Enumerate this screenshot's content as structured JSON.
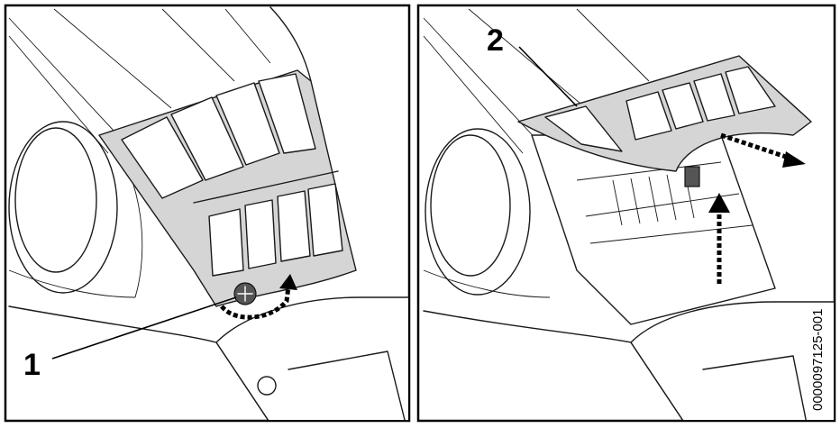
{
  "callouts": {
    "left": "1",
    "right": "2"
  },
  "figure_code": "0000097125-001",
  "colors": {
    "outline": "#000000",
    "filter_grey": "#d5d5d5",
    "background": "#ffffff"
  }
}
